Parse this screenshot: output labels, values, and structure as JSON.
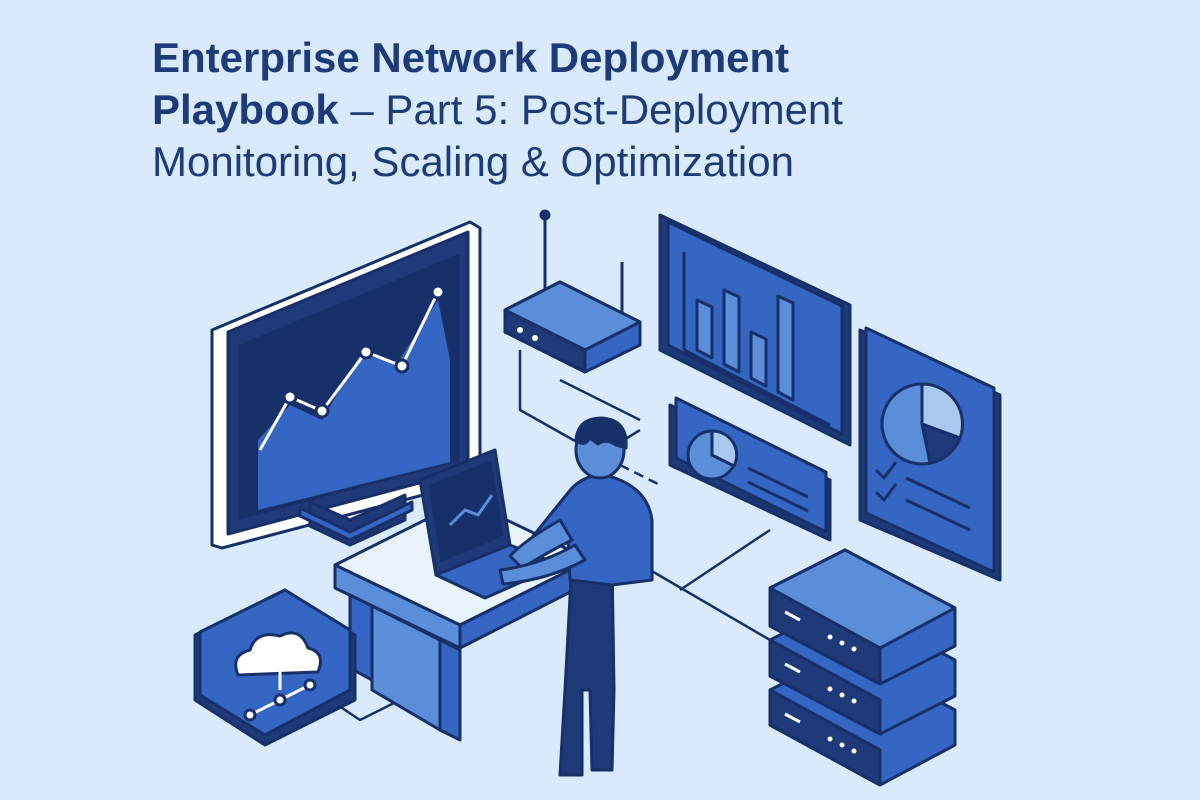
{
  "title": {
    "line1": "Enterprise Network Deployment",
    "line2_bold": "Playbook",
    "line2_rest": " – Part 5: Post-Deployment",
    "line3": "Monitoring, Scaling & Optimization"
  },
  "colors": {
    "background": "#d8eafb",
    "primary_dark": "#1f3a78",
    "primary": "#3566c4",
    "primary_mid": "#5b8ed8",
    "light": "#a8c8ee",
    "outline": "#17306a"
  },
  "illustration": {
    "icons": [
      "monitor-line-chart-icon",
      "wifi-router-icon",
      "bar-chart-panel-icon",
      "pie-chart-panel-icon",
      "checklist-pie-panel-icon",
      "laptop-icon",
      "server-stack-icon",
      "cloud-network-icon",
      "person-engineer-icon"
    ]
  }
}
